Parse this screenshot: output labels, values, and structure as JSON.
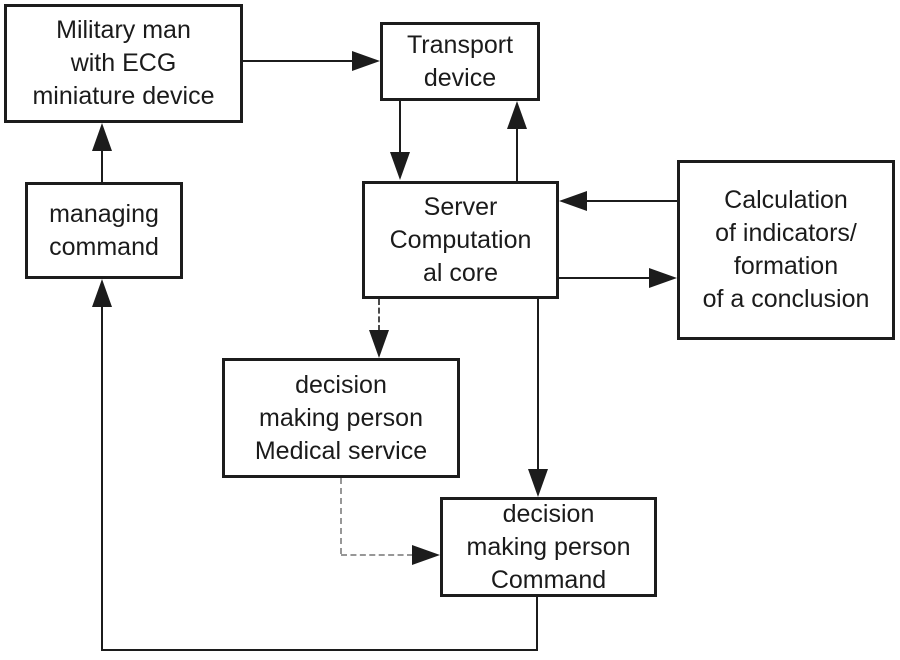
{
  "diagram": {
    "type": "flowchart",
    "background_color": "#ffffff",
    "line_color": "#1c1c1c",
    "dashed_gray_color": "#979797",
    "nodes": {
      "military": {
        "lines": [
          "Military man",
          "with ECG",
          "miniature device"
        ]
      },
      "transport": {
        "lines": [
          "Transport",
          "device"
        ]
      },
      "managing": {
        "lines": [
          "managing",
          "command"
        ]
      },
      "server": {
        "lines": [
          "Server",
          "Computation",
          "al core"
        ]
      },
      "calculation": {
        "lines": [
          "Calculation",
          "of indicators/",
          "formation",
          "of a conclusion"
        ]
      },
      "medical": {
        "lines": [
          "decision",
          "making person",
          "Medical service"
        ]
      },
      "command": {
        "lines": [
          "decision",
          "making person",
          "Command"
        ]
      }
    },
    "edges": [
      {
        "from": "military",
        "to": "transport",
        "style": "solid"
      },
      {
        "from": "transport",
        "to": "server",
        "style": "solid"
      },
      {
        "from": "server",
        "to": "transport",
        "style": "solid"
      },
      {
        "from": "calculation",
        "to": "server",
        "style": "solid"
      },
      {
        "from": "server",
        "to": "calculation",
        "style": "solid"
      },
      {
        "from": "server",
        "to": "medical",
        "style": "dashed"
      },
      {
        "from": "server",
        "to": "command",
        "style": "solid"
      },
      {
        "from": "medical",
        "to": "command",
        "style": "dashed"
      },
      {
        "from": "command",
        "to": "managing",
        "style": "solid"
      },
      {
        "from": "managing",
        "to": "military",
        "style": "solid"
      }
    ]
  }
}
